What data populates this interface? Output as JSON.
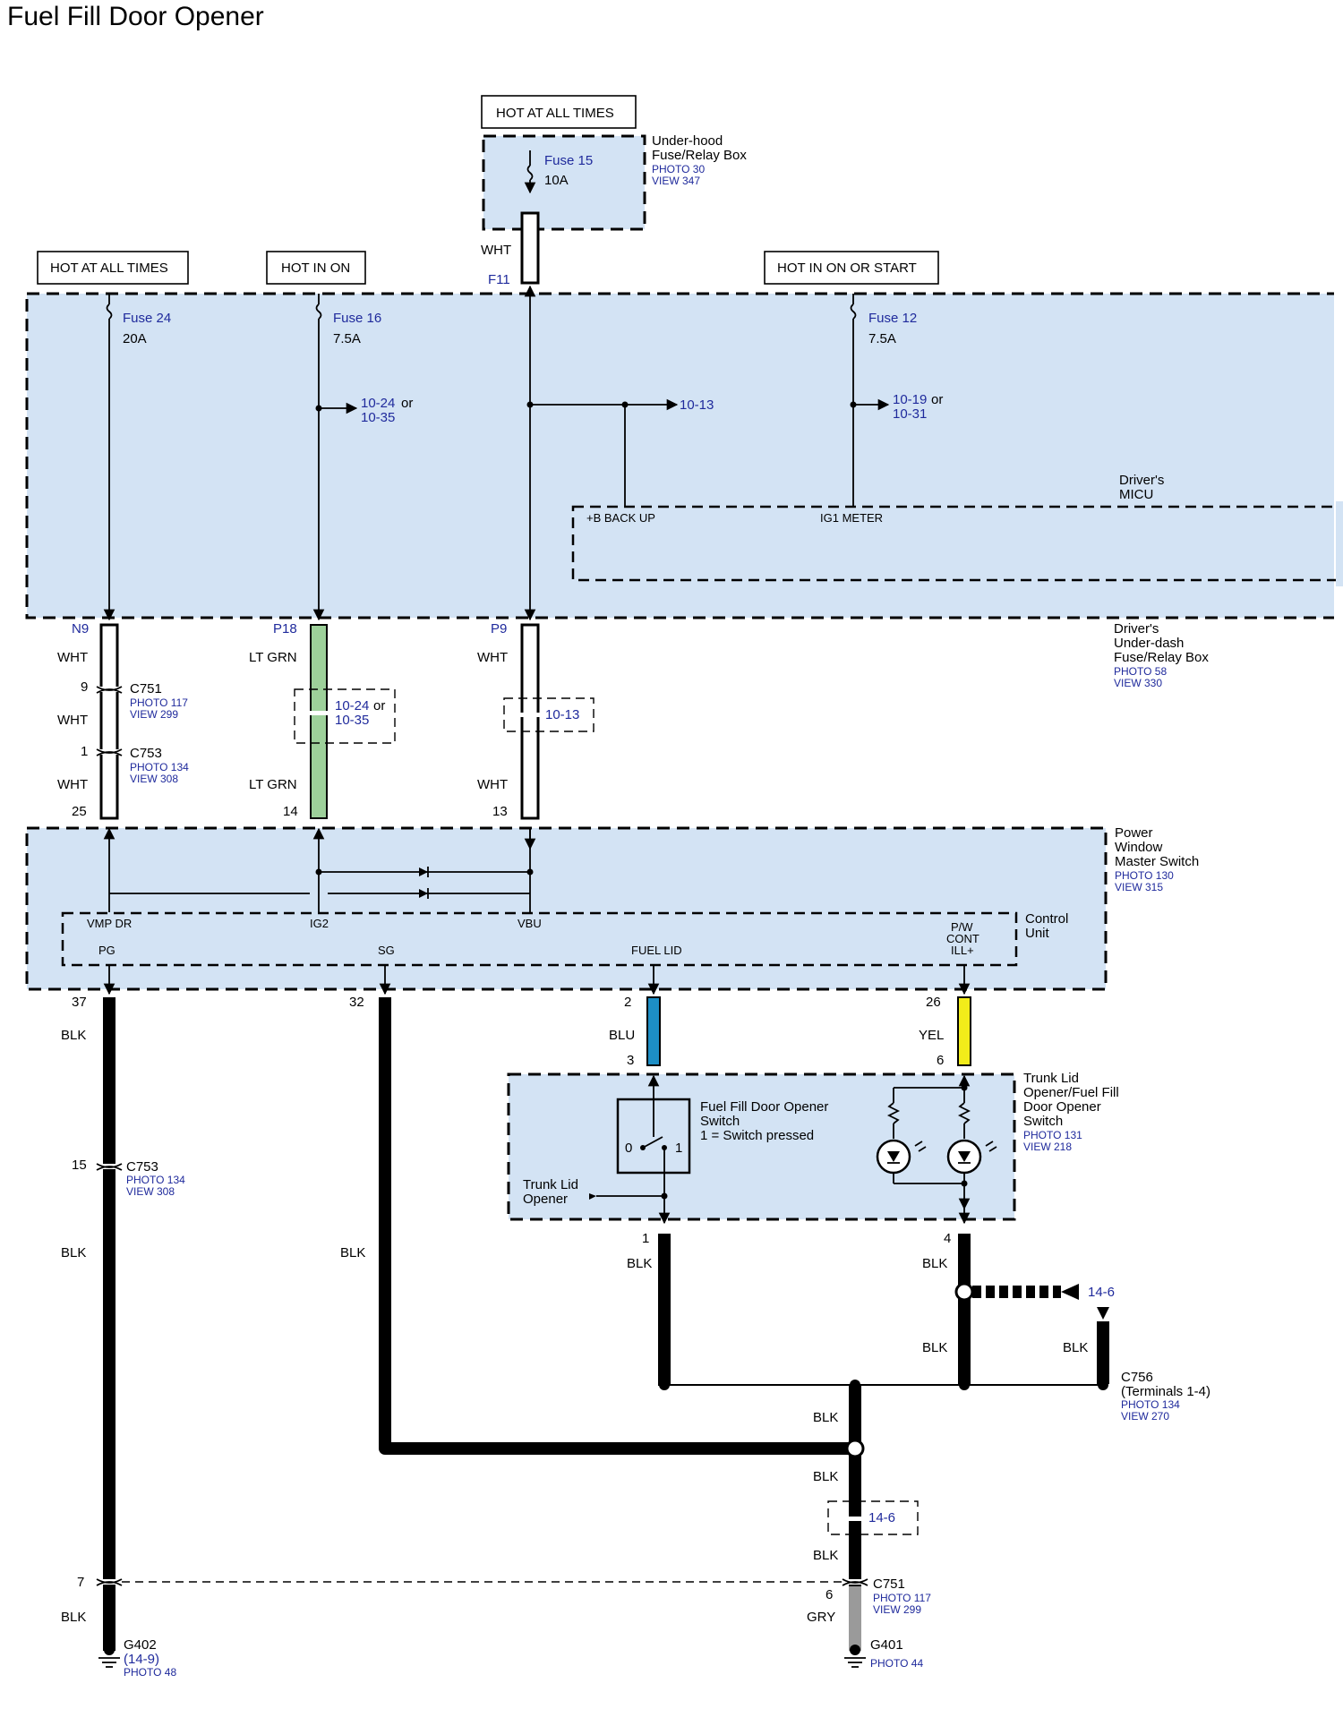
{
  "page": {
    "title": "Fuel Fill Door Opener"
  },
  "sources": {
    "hot_top": "HOT AT ALL TIMES",
    "hot_left": "HOT AT ALL TIMES",
    "hot_on": "HOT IN ON",
    "hot_on_start": "HOT IN ON OR START"
  },
  "underhood": {
    "name_line1": "Under-hood",
    "name_line2": "Fuse/Relay Box",
    "photo": "PHOTO 30",
    "view": "VIEW 347",
    "fuse_name": "Fuse 15",
    "fuse_rating": "10A",
    "wire_color": "WHT",
    "terminal": "F11"
  },
  "underdash": {
    "name_line1": "Driver's",
    "name_line2": "Under-dash",
    "name_line3": "Fuse/Relay Box",
    "photo": "PHOTO 58",
    "view": "VIEW 330",
    "fuse24_name": "Fuse 24",
    "fuse24_rating": "20A",
    "fuse16_name": "Fuse 16",
    "fuse16_rating": "7.5A",
    "fuse12_name": "Fuse 12",
    "fuse12_rating": "7.5A",
    "ref_fuse16_a": "10-24",
    "ref_fuse16_or": "or",
    "ref_fuse16_b": "10-35",
    "ref_b_backup": "10-13",
    "ref_fuse12_a": "10-19",
    "ref_fuse12_or": "or",
    "ref_fuse12_b": "10-31",
    "micu_line1": "Driver's",
    "micu_line2": "MICU",
    "pin_backup": "+B BACK UP",
    "pin_ig1": "IG1 METER",
    "term_n9": "N9",
    "term_p18": "P18",
    "term_p9": "P9"
  },
  "harness": {
    "w1_color_a": "WHT",
    "w1_pin_9": "9",
    "c751_name": "C751",
    "c751_photo": "PHOTO 117",
    "c751_view": "VIEW 299",
    "w1_color_b": "WHT",
    "w1_pin_1": "1",
    "c753_name": "C753",
    "c753_photo": "PHOTO 134",
    "c753_view": "VIEW 308",
    "w1_color_c": "WHT",
    "w1_pin_25": "25",
    "w2_color_a": "LT GRN",
    "w2_ref_a": "10-24",
    "w2_ref_or": "or",
    "w2_ref_b": "10-35",
    "w2_color_b": "LT GRN",
    "w2_pin_14": "14",
    "w3_color_a": "WHT",
    "w3_ref": "10-13",
    "w3_color_b": "WHT",
    "w3_pin_13": "13"
  },
  "pwms": {
    "name_line1": "Power",
    "name_line2": "Window",
    "name_line3": "Master Switch",
    "photo": "PHOTO 130",
    "view": "VIEW 315",
    "control_line1": "Control",
    "control_line2": "Unit",
    "pin_vmp": "VMP DR",
    "pin_ig2": "IG2",
    "pin_vbu": "VBU",
    "pin_pg": "PG",
    "pin_sg": "SG",
    "pin_fuel": "FUEL LID",
    "pin_pw1": "P/W",
    "pin_pw2": "CONT",
    "pin_pw3": "ILL+"
  },
  "lower": {
    "pin37": "37",
    "blk_37": "BLK",
    "pin32": "32",
    "pin2": "2",
    "blu": "BLU",
    "pin3": "3",
    "pin26": "26",
    "yel": "YEL",
    "pin6_top": "6",
    "pin15": "15",
    "c753_name": "C753",
    "c753_photo": "PHOTO 134",
    "c753_view": "VIEW 308",
    "blk_mid_left": "BLK",
    "blk_mid_sg": "BLK",
    "pin7": "7",
    "blk_g402": "BLK",
    "g402_name": "G402",
    "g402_ref": "(14-9)",
    "g402_photo": "PHOTO 48"
  },
  "switch": {
    "name_line1": "Trunk Lid",
    "name_line2": "Opener/Fuel Fill",
    "name_line3": "Door Opener",
    "name_line4": "Switch",
    "photo": "PHOTO 131",
    "view": "VIEW 218",
    "sw_line1": "Fuel Fill Door Opener",
    "sw_line2": "Switch",
    "sw_line3": "1 = Switch pressed",
    "pos0": "0",
    "pos1": "1",
    "trunk_line1": "Trunk Lid",
    "trunk_line2": "Opener",
    "pin1": "1",
    "pin4": "4"
  },
  "ground": {
    "blk_pin1": "BLK",
    "blk_pin4": "BLK",
    "ref_14_6_a": "14-6",
    "blk_lower4": "BLK",
    "blk_right": "BLK",
    "c756_name": "C756",
    "c756_terms": "(Terminals 1-4)",
    "c756_photo": "PHOTO 134",
    "c756_view": "VIEW 270",
    "blk_center_a": "BLK",
    "blk_center_b": "BLK",
    "ref_14_6_b": "14-6",
    "blk_center_c": "BLK",
    "pin6": "6",
    "c751_name": "C751",
    "c751_photo": "PHOTO 117",
    "c751_view": "VIEW 299",
    "gry": "GRY",
    "g401_name": "G401",
    "g401_photo": "PHOTO 44"
  },
  "colors": {
    "box_fill": "#d3e3f4",
    "lt_grn": "#9dd09a",
    "blu": "#1d8fc6",
    "yel": "#f2ec1a",
    "gry": "#9a9a9a",
    "ref_text": "#1f2a9c"
  }
}
